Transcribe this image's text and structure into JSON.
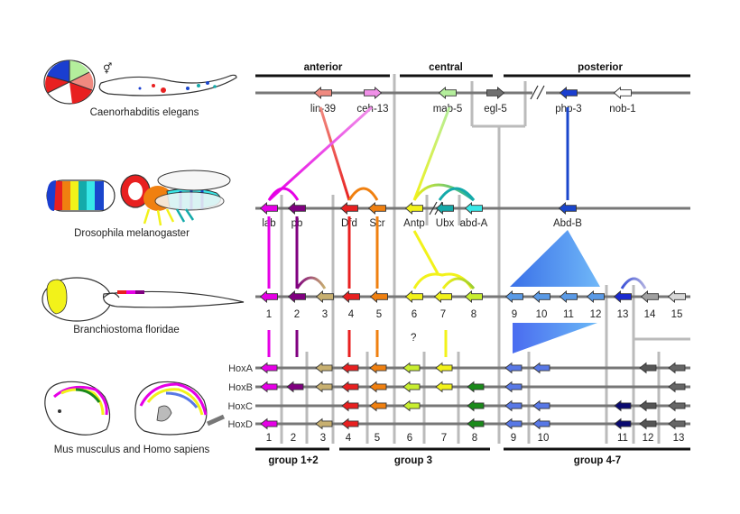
{
  "headers": {
    "anterior": "anterior",
    "central": "central",
    "posterior": "posterior",
    "group12": "group 1+2",
    "group3": "group 3",
    "group47": "group 4-7"
  },
  "species": {
    "celegans": "Caenorhabditis elegans",
    "dmel": "Drosophila melanogaster",
    "bflo": "Branchiostoma floridae",
    "mus": "Mus musculus and Homo sapiens",
    "sex_symbol": "⚥"
  },
  "celegans_genes": [
    {
      "label": "lin-39",
      "color": "#f08a80"
    },
    {
      "label": "ceh-13",
      "color": "#f090e8"
    },
    {
      "label": "mab-5",
      "color": "#b4ee9c"
    },
    {
      "label": "egl-5",
      "color": "#707070"
    },
    {
      "label": "php-3",
      "color": "#1a3ed0"
    },
    {
      "label": "nob-1",
      "color": "#ffffff"
    }
  ],
  "dmel_genes": [
    {
      "label": "lab",
      "color": "#e600e6"
    },
    {
      "label": "pb",
      "color": "#800080"
    },
    {
      "label": "Dfd",
      "color": "#e82020"
    },
    {
      "label": "Scr",
      "color": "#f08010"
    },
    {
      "label": "Antp",
      "color": "#f2f21a"
    },
    {
      "label": "Ubx",
      "color": "#14aaaa"
    },
    {
      "label": "abd-A",
      "color": "#38e8e8"
    },
    {
      "label": "Abd-B",
      "color": "#1a46cc"
    }
  ],
  "bflo_numbers": [
    "1",
    "2",
    "3",
    "4",
    "5",
    "6",
    "7",
    "8",
    "9",
    "10",
    "11",
    "12",
    "13",
    "14",
    "15"
  ],
  "bflo_question": "?",
  "hox_clusters": [
    "HoxA",
    "HoxB",
    "HoxC",
    "HoxD"
  ],
  "mus_numbers": [
    "1",
    "2",
    "3",
    "4",
    "5",
    "6",
    "7",
    "8",
    "9",
    "10",
    "11",
    "12",
    "13"
  ],
  "colors": {
    "g1": "#e600e6",
    "g2": "#800080",
    "g3": "#c8b070",
    "g4": "#e82020",
    "g5": "#f08010",
    "g6": "#c8ee30",
    "g7": "#f2f21a",
    "g8": "#1a8a1a",
    "post": "#5878e6",
    "g13": "#0a0a70",
    "g14": "#909090",
    "g15": "#d0d0d0",
    "gray": "#777777"
  }
}
